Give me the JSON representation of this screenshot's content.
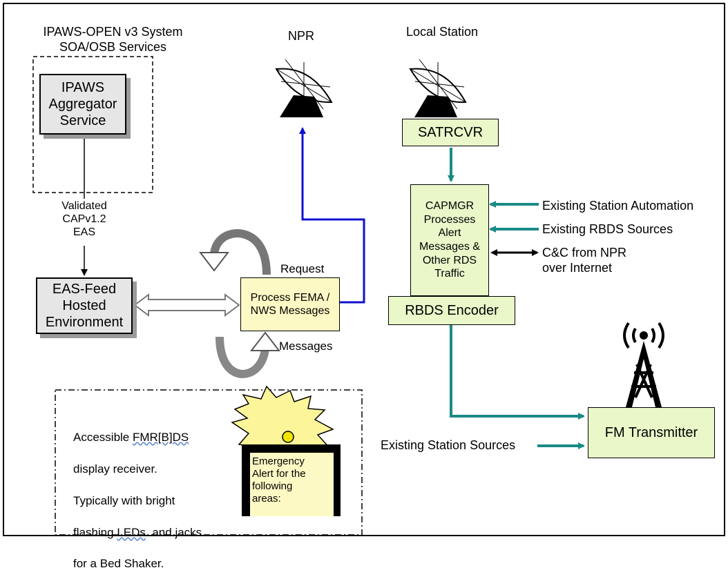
{
  "soa": {
    "title": "IPAWS-OPEN v3 System\nSOA/OSB Services"
  },
  "aggregator": {
    "label": "IPAWS\nAggregator\nService"
  },
  "validated": {
    "label": "Validated\nCAPv1.2\nEAS"
  },
  "eas_feed": {
    "label": "EAS-Feed\nHosted\nEnvironment"
  },
  "process": {
    "label": "Process FEMA /\nNWS Messages"
  },
  "request": {
    "label": "Request"
  },
  "messages": {
    "label": "Messages"
  },
  "npr": {
    "label": "NPR"
  },
  "local_station": {
    "label": "Local Station"
  },
  "satrcvr": {
    "label": "SATRCVR"
  },
  "capmgr": {
    "label": "CAPMGR\nProcesses\nAlert\nMessages &\nOther RDS\nTraffic"
  },
  "inputs": {
    "automation": "Existing Station Automation",
    "rbds_sources": "Existing RBDS Sources",
    "cc": "C&C from NPR\nover Internet"
  },
  "rbds_encoder": {
    "label": "RBDS Encoder"
  },
  "fm_transmitter": {
    "label": "FM Transmitter"
  },
  "station_sources": {
    "label": "Existing Station Sources"
  },
  "receiver": {
    "line1_a": "Accessible ",
    "line1_b": "FMR[B]DS",
    "line2": "display receiver.",
    "line3": "Typically with bright",
    "line4_a": "flashing ",
    "line4_b": "LEDs",
    "line4_c": "  and jacks",
    "line5": "for a Bed Shaker.",
    "screen": "Emergency\nAlert for the\nfollowing\nareas:"
  },
  "colors": {
    "teal": "#1a8a86",
    "blue": "#1010d0",
    "green_box": "#e9f7c9",
    "yellow_box": "#fdf9c4",
    "grey_box": "#e6e6e6"
  }
}
